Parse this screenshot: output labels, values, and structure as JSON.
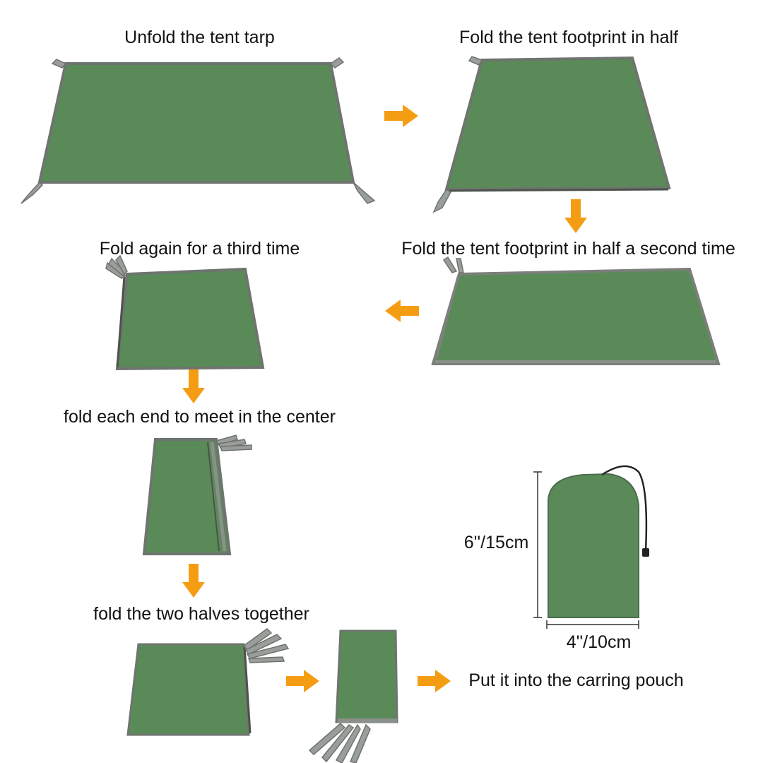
{
  "steps": {
    "unfold": "Unfold the tent tarp",
    "fold_half": "Fold the tent footprint in half",
    "fold_half_second": "Fold the tent footprint in half a second time",
    "fold_third": "Fold again for a third time",
    "fold_ends": "fold each end to meet in the center",
    "fold_halves": "fold the two halves together",
    "pouch": "Put it into the carring pouch"
  },
  "dimensions": {
    "height": "6''/15cm",
    "width": "4''/10cm"
  },
  "colors": {
    "fabric": "#5b8a59",
    "fabric_edge": "#4e6a4e",
    "trim": "#8a8f8a",
    "arrow": "#f59d12"
  },
  "icons": [
    "arrow-right-icon",
    "arrow-down-icon",
    "arrow-left-icon"
  ]
}
